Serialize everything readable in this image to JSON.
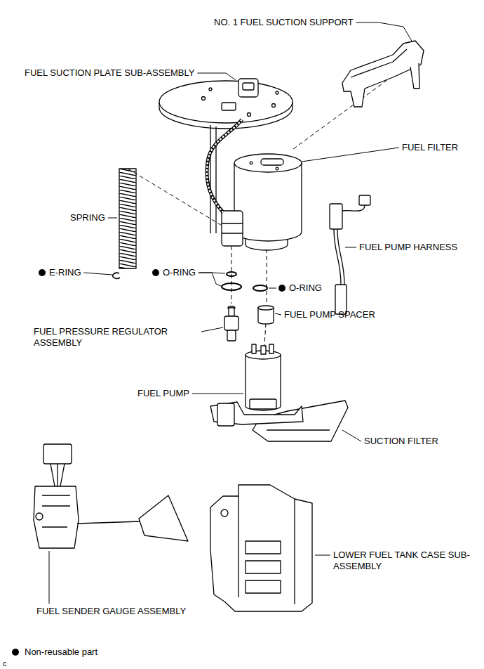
{
  "diagram": {
    "labels": [
      "NO. 1 FUEL SUCTION SUPPORT",
      "FUEL SUCTION PLATE SUB-ASSEMBLY",
      "FUEL FILTER",
      "SPRING",
      "FUEL PUMP HARNESS",
      "E-RING",
      "O-RING",
      "O-RING",
      "FUEL PUMP SPACER",
      "FUEL PRESSURE REGULATOR ASSEMBLY",
      "FUEL PUMP",
      "SUCTION FILTER",
      "FUEL SENDER GAUGE ASSEMBLY",
      "LOWER FUEL TANK CASE SUB-ASSEMBLY",
      "c"
    ],
    "legend": [
      {
        "text": "Non-reusable part"
      }
    ]
  }
}
